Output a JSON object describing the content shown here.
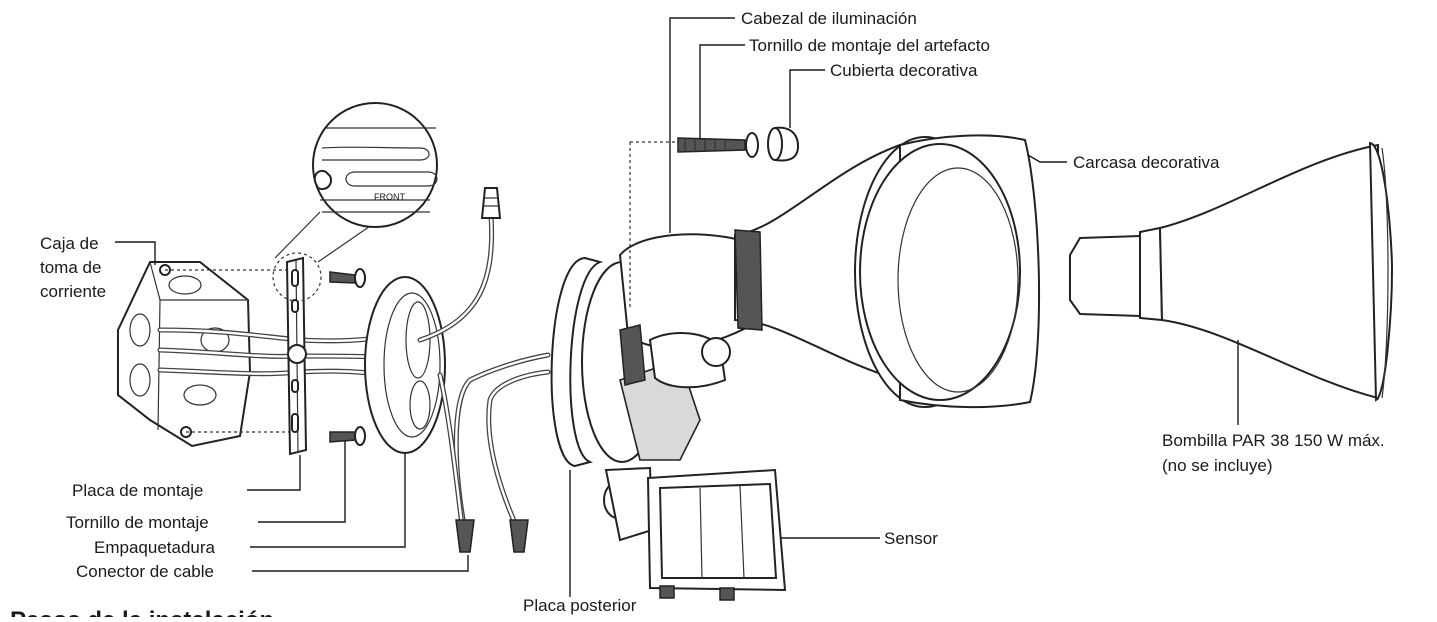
{
  "labels": {
    "cabezal": "Cabezal de iluminación",
    "tornillo_artefacto": "Tornillo de montaje del artefacto",
    "cubierta": "Cubierta decorativa",
    "carcasa": "Carcasa decorativa",
    "caja_line1": "Caja de",
    "caja_line2": "toma de",
    "caja_line3": "corriente",
    "bombilla_line1": "Bombilla PAR 38 150 W máx.",
    "bombilla_line2": "(no se incluye)",
    "placa_montaje": "Placa de montaje",
    "tornillo_montaje": "Tornillo de montaje",
    "empaquetadura": "Empaquetadura",
    "conector": "Conector de cable",
    "sensor": "Sensor",
    "placa_posterior": "Placa posterior"
  },
  "inset_text": "FRONT",
  "section_heading": "Pasos de la instalación"
}
